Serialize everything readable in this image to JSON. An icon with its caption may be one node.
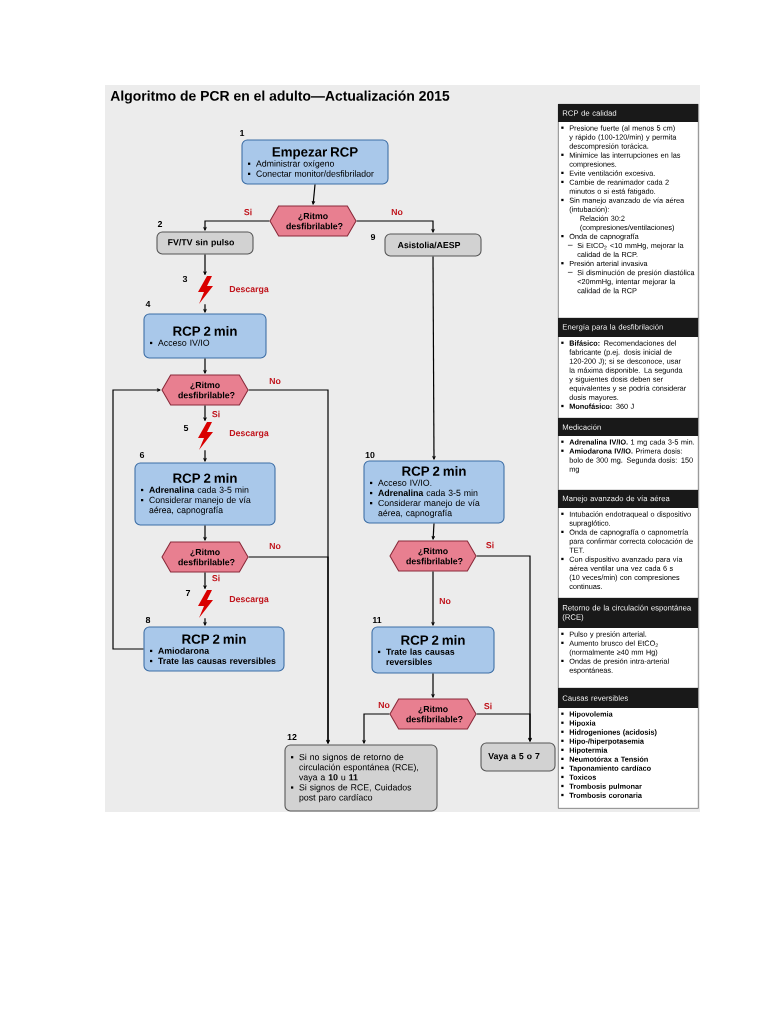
{
  "diagram": {
    "title": "Algoritmo de PCR en el adulto—Actualización 2015",
    "nodes": [
      {
        "text": [
          "Empezar RCP",
          "Administrar oxígeno",
          "Conectar monitor/desfibrilador"
        ],
        "beside": [
          "1"
        ]
      },
      {
        "text": [
          "¿Ritmo desfibrilable?"
        ]
      },
      {
        "text": [
          "FV/TV sin pulso"
        ],
        "beside": [
          "2"
        ]
      },
      {
        "text": [
          "Asistolia/AESP"
        ],
        "beside": [
          "9"
        ]
      },
      {
        "text": [],
        "shape": "lightning",
        "beside": [
          "3",
          "Descarga"
        ]
      },
      {
        "text": [
          "RCP 2 min",
          "Acceso IV/IO"
        ],
        "beside": [
          "4"
        ]
      },
      {
        "text": [
          "¿Ritmo desfibrilable?"
        ]
      },
      {
        "text": [],
        "shape": "lightning",
        "beside": [
          "5",
          "Descarga"
        ]
      },
      {
        "text": [
          "RCP 2 min",
          "**Adrenalina** cada 3-5 min",
          "Considerar manejo de vía aérea, capnografía"
        ],
        "beside": [
          "6"
        ]
      },
      {
        "text": [
          "¿Ritmo desfibrilable?"
        ]
      },
      {
        "text": [],
        "shape": "lightning",
        "beside": [
          "7",
          "Descarga"
        ]
      },
      {
        "text": [
          "RCP 2 min",
          "Amiodarona",
          "Trate las causas reversibles"
        ],
        "beside": [
          "8"
        ]
      },
      {
        "text": [
          "RCP 2 min",
          "Acceso IV/IO.",
          "**Adrenalina** cada 3-5 min",
          "Considerar manejo de vía aérea, capnografía"
        ],
        "beside": [
          "10"
        ]
      },
      {
        "text": [
          "¿Ritmo desfibrilable?"
        ]
      },
      {
        "text": [
          "RCP 2 min",
          "Trate las causas reversibles"
        ],
        "beside": [
          "11"
        ]
      },
      {
        "text": [
          "¿Ritmo desfibrilable?"
        ]
      },
      {
        "text": [
          "Si no signos de retorno de circulación espontánea (RCE), vaya a **10** u **11**",
          "Si signos de RCE, Cuidados post paro cardíaco"
        ],
        "beside": [
          "12"
        ]
      },
      {
        "text": [
          "Vaya a 5 o 7"
        ]
      },
      {
        "text": [
          "RCP de calidad",
          "Presione fuerte (al menos 5 cm) y rápido (100-120/min) y permita descompresión torácica.",
          "Minimice las interrupciones en las compresiones.",
          "Evite ventilación excesiva.",
          "Cambie de reanimador cada 2 minutos o si está fatigado.",
          "Sin manejo avanzado de vía aérea (intubación):",
          "Relación 30:2 (compresiones/ventilaciones)",
          "Onda de capnografía",
          "Si EtCO$_{2}$ <10 mmHg, mejorar la calidad de la RCP.",
          "Presión arterial invasiva",
          "Si disminución de presión diastólica <20mmHg, intentar mejorar la calidad de la RCP"
        ]
      },
      {
        "text": [
          "Energía para la desfibrilación",
          "**Bifásico:** Recomendaciones del fabricante (p.ej. dosis inicial de 120-200 J); si se desconoce, usar la máxima disponible. La segunda y siguientes dosis deben ser equivalentes y se podría considerar dosis mayores.",
          "**Monofásico:** 360 J"
        ]
      },
      {
        "text": [
          "Medicación",
          "**Adrenalina IV/IO.** 1 mg cada 3-5 min.",
          "**Amiodarona IV/IO.** Primera dosis: bolo de 300 mg. Segunda dosis: 150 mg"
        ]
      },
      {
        "text": [
          "Manejo avanzado de vía aérea",
          "Intubación endotraqueal o dispositivo supraglótico.",
          "Onda de capnografía o capnometría para confirmar correcta colocación de TET.",
          "Con dispositivo avanzado para vía aérea ventilar una vez cada 6 s (10 veces/min) con compresiones continuas."
        ]
      },
      {
        "text": [
          "Retorno de la circulación espontánea (RCE)",
          "Pulso y presión arterial.",
          "Aumento brusco del EtCO$_{2}$ (normalmente ≥40 mm Hg)",
          "Ondas de presión intra-arterial espontáneas."
        ]
      },
      {
        "text": [
          "Causas reversibles",
          "Hipovolemia",
          "Hipoxia",
          "Hidrogeniones (acidosis)",
          "Hipo-/hiperpotasemia",
          "Hipotermia",
          "Neumotórax a Tensión",
          "Taponamiento cardíaco",
          "Toxicos",
          "Trombosis pulmonar",
          "Trombosis coronaria"
        ]
      }
    ],
    "edges": [
      {
        "from": 0,
        "to": 1,
        "arrow": "to"
      },
      {
        "from": 1,
        "to": 2,
        "arrow": "to",
        "label": "Si"
      },
      {
        "from": 1,
        "to": 3,
        "arrow": "to",
        "label": "No"
      },
      {
        "from": 2,
        "to": 4,
        "arrow": "to"
      },
      {
        "from": 4,
        "to": 5,
        "arrow": "to"
      },
      {
        "from": 5,
        "to": 6,
        "arrow": "to"
      },
      {
        "from": 6,
        "to": 7,
        "arrow": "to",
        "label": "Si"
      },
      {
        "from": 6,
        "to": 16,
        "arrow": "to",
        "label": "No"
      },
      {
        "from": 7,
        "to": 8,
        "arrow": "to"
      },
      {
        "from": 8,
        "to": 9,
        "arrow": "to"
      },
      {
        "from": 9,
        "to": 10,
        "arrow": "to",
        "label": "Si"
      },
      {
        "from": 9,
        "to": 16,
        "arrow": "to",
        "label": "No"
      },
      {
        "from": 10,
        "to": 11,
        "arrow": "to"
      },
      {
        "from": 11,
        "to": 6,
        "arrow": "to"
      },
      {
        "from": 3,
        "to": 12,
        "arrow": "to"
      },
      {
        "from": 12,
        "to": 13,
        "arrow": "to"
      },
      {
        "from": 13,
        "to": 14,
        "arrow": "to",
        "label": "No"
      },
      {
        "from": 13,
        "to": 17,
        "arrow": "to",
        "label": "Si"
      },
      {
        "from": 14,
        "to": 15,
        "arrow": "to"
      },
      {
        "from": 15,
        "to": 16,
        "arrow": "to",
        "label": "No"
      },
      {
        "from": 15,
        "to": 17,
        "arrow": "to",
        "label": "Si"
      }
    ]
  }
}
